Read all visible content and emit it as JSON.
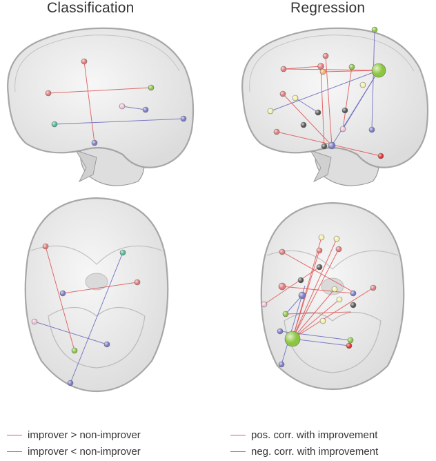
{
  "titles": {
    "left": "Classification",
    "right": "Regression"
  },
  "legend": {
    "left": [
      {
        "label": "improver > non-improver",
        "color": "#e05a5a"
      },
      {
        "label": "improver < non-improver",
        "color": "#6f6fc0"
      }
    ],
    "right": [
      {
        "label": "pos. corr. with improvement",
        "color": "#e05a5a"
      },
      {
        "label": "neg. corr. with improvement",
        "color": "#6f6fc0"
      }
    ]
  },
  "colors": {
    "pos_edge": "#e05a5a",
    "neg_edge": "#6f6fc0",
    "brain_fill": "#ebebeb",
    "brain_outline": "#9a9a9a"
  }
}
